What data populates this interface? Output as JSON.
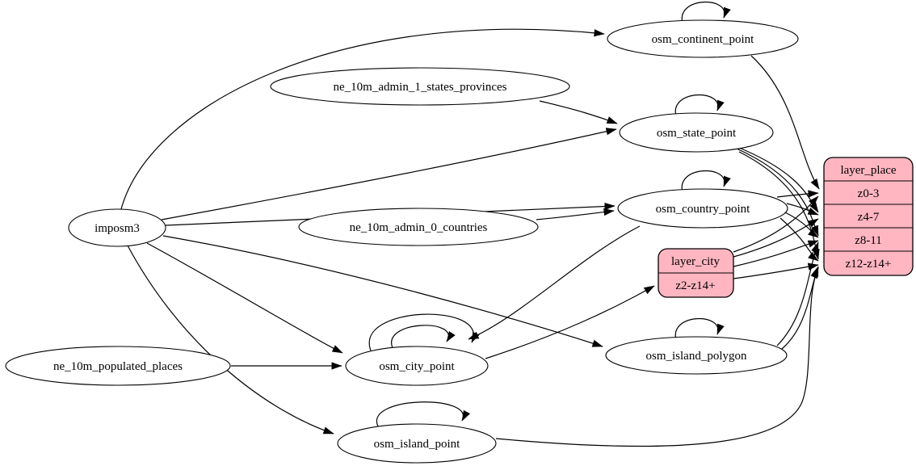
{
  "diagram": {
    "type": "etl-graph",
    "colors": {
      "background": "#ffffff",
      "node_fill": "#ffffff",
      "node_stroke": "#000000",
      "record_fill": "#ffb6c1",
      "edge_color": "#000000"
    },
    "nodes": {
      "imposm3": {
        "label": "imposm3",
        "shape": "ellipse",
        "self_loops": 0
      },
      "ne_10m_admin_1_states_provinces": {
        "label": "ne_10m_admin_1_states_provinces",
        "shape": "ellipse",
        "self_loops": 0
      },
      "ne_10m_admin_0_countries": {
        "label": "ne_10m_admin_0_countries",
        "shape": "ellipse",
        "self_loops": 0
      },
      "ne_10m_populated_places": {
        "label": "ne_10m_populated_places",
        "shape": "ellipse",
        "self_loops": 0
      },
      "osm_continent_point": {
        "label": "osm_continent_point",
        "shape": "ellipse",
        "self_loops": 1
      },
      "osm_state_point": {
        "label": "osm_state_point",
        "shape": "ellipse",
        "self_loops": 1
      },
      "osm_country_point": {
        "label": "osm_country_point",
        "shape": "ellipse",
        "self_loops": 1
      },
      "osm_city_point": {
        "label": "osm_city_point",
        "shape": "ellipse",
        "self_loops": 2
      },
      "osm_island_polygon": {
        "label": "osm_island_polygon",
        "shape": "ellipse",
        "self_loops": 1
      },
      "osm_island_point": {
        "label": "osm_island_point",
        "shape": "ellipse",
        "self_loops": 1
      }
    },
    "records": {
      "layer_city": {
        "title": "layer_city",
        "rows": [
          "z2-z14+"
        ]
      },
      "layer_place": {
        "title": "layer_place",
        "rows": [
          "z0-3",
          "z4-7",
          "z8-11",
          "z12-z14+"
        ]
      }
    },
    "edges": [
      {
        "from": "imposm3",
        "to": "osm_continent_point"
      },
      {
        "from": "imposm3",
        "to": "osm_state_point"
      },
      {
        "from": "imposm3",
        "to": "osm_country_point"
      },
      {
        "from": "imposm3",
        "to": "osm_city_point"
      },
      {
        "from": "imposm3",
        "to": "osm_island_point"
      },
      {
        "from": "imposm3",
        "to": "osm_island_polygon"
      },
      {
        "from": "ne_10m_admin_1_states_provinces",
        "to": "osm_state_point"
      },
      {
        "from": "ne_10m_admin_0_countries",
        "to": "osm_country_point"
      },
      {
        "from": "ne_10m_populated_places",
        "to": "osm_city_point"
      },
      {
        "from": "osm_country_point",
        "to": "osm_city_point"
      },
      {
        "from": "osm_city_point",
        "to": "layer_city:z2-z14+"
      },
      {
        "from": "osm_continent_point",
        "to": "layer_place:z0-3"
      },
      {
        "from": "osm_country_point",
        "to": "layer_place:z0-3"
      },
      {
        "from": "osm_country_point",
        "to": "layer_place:z4-7"
      },
      {
        "from": "osm_country_point",
        "to": "layer_place:z8-11"
      },
      {
        "from": "osm_country_point",
        "to": "layer_place:z12-z14+"
      },
      {
        "from": "osm_state_point",
        "to": "layer_place:z4-7"
      },
      {
        "from": "osm_state_point",
        "to": "layer_place:z8-11"
      },
      {
        "from": "osm_state_point",
        "to": "layer_place:z12-z14+"
      },
      {
        "from": "layer_city",
        "to": "layer_place:z0-3"
      },
      {
        "from": "layer_city",
        "to": "layer_place:z4-7"
      },
      {
        "from": "layer_city",
        "to": "layer_place:z8-11"
      },
      {
        "from": "layer_city",
        "to": "layer_place:z12-z14+"
      },
      {
        "from": "osm_island_polygon",
        "to": "layer_place:z8-11"
      },
      {
        "from": "osm_island_polygon",
        "to": "layer_place:z12-z14+"
      },
      {
        "from": "osm_island_point",
        "to": "layer_place:z12-z14+"
      }
    ]
  }
}
